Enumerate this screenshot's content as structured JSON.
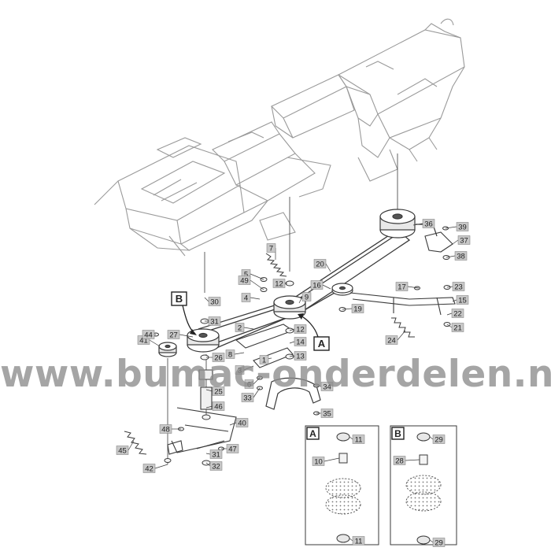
{
  "callouts": [
    {
      "id": "c1",
      "label": "1"
    },
    {
      "id": "c2",
      "label": "2"
    },
    {
      "id": "c3",
      "label": "3"
    },
    {
      "id": "c4",
      "label": "4"
    },
    {
      "id": "c5",
      "label": "5"
    },
    {
      "id": "c6",
      "label": "6"
    },
    {
      "id": "c7",
      "label": "7"
    },
    {
      "id": "c8",
      "label": "8"
    },
    {
      "id": "c9",
      "label": "9"
    },
    {
      "id": "c12a",
      "label": "12"
    },
    {
      "id": "c12b",
      "label": "12"
    },
    {
      "id": "c13",
      "label": "13"
    },
    {
      "id": "c14",
      "label": "14"
    },
    {
      "id": "c15",
      "label": "15"
    },
    {
      "id": "c16",
      "label": "16"
    },
    {
      "id": "c17",
      "label": "17"
    },
    {
      "id": "c19",
      "label": "19"
    },
    {
      "id": "c20",
      "label": "20"
    },
    {
      "id": "c21",
      "label": "21"
    },
    {
      "id": "c22",
      "label": "22"
    },
    {
      "id": "c23",
      "label": "23"
    },
    {
      "id": "c24",
      "label": "24"
    },
    {
      "id": "c25",
      "label": "25"
    },
    {
      "id": "c26",
      "label": "26"
    },
    {
      "id": "c27",
      "label": "27"
    },
    {
      "id": "c30",
      "label": "30"
    },
    {
      "id": "c31a",
      "label": "31"
    },
    {
      "id": "c31b",
      "label": "31"
    },
    {
      "id": "c32",
      "label": "32"
    },
    {
      "id": "c33",
      "label": "33"
    },
    {
      "id": "c34",
      "label": "34"
    },
    {
      "id": "c35",
      "label": "35"
    },
    {
      "id": "c36",
      "label": "36"
    },
    {
      "id": "c37",
      "label": "37"
    },
    {
      "id": "c38",
      "label": "38"
    },
    {
      "id": "c39",
      "label": "39"
    },
    {
      "id": "c40",
      "label": "40"
    },
    {
      "id": "c41",
      "label": "41"
    },
    {
      "id": "c42",
      "label": "42"
    },
    {
      "id": "c44",
      "label": "44"
    },
    {
      "id": "c45",
      "label": "45"
    },
    {
      "id": "c46",
      "label": "46"
    },
    {
      "id": "c47",
      "label": "47"
    },
    {
      "id": "c48",
      "label": "48"
    },
    {
      "id": "c49",
      "label": "49"
    }
  ],
  "markers": [
    {
      "id": "mA",
      "label": "A"
    },
    {
      "id": "mB",
      "label": "B"
    }
  ],
  "detail_a": {
    "title": "A",
    "callouts": [
      {
        "id": "a11t",
        "label": "11"
      },
      {
        "id": "a10",
        "label": "10"
      },
      {
        "id": "a11b",
        "label": "11"
      }
    ]
  },
  "detail_b": {
    "title": "B",
    "callouts": [
      {
        "id": "b29t",
        "label": "29"
      },
      {
        "id": "b28",
        "label": "28"
      },
      {
        "id": "b29b",
        "label": "29"
      }
    ]
  },
  "watermark": "www.bumac-onderdelen.nl",
  "colors": {
    "line": "#3a3a3a",
    "frame": "#9a9a9a",
    "callout_fill": "#c8c8c8",
    "watermark": "#8c8c8c"
  }
}
